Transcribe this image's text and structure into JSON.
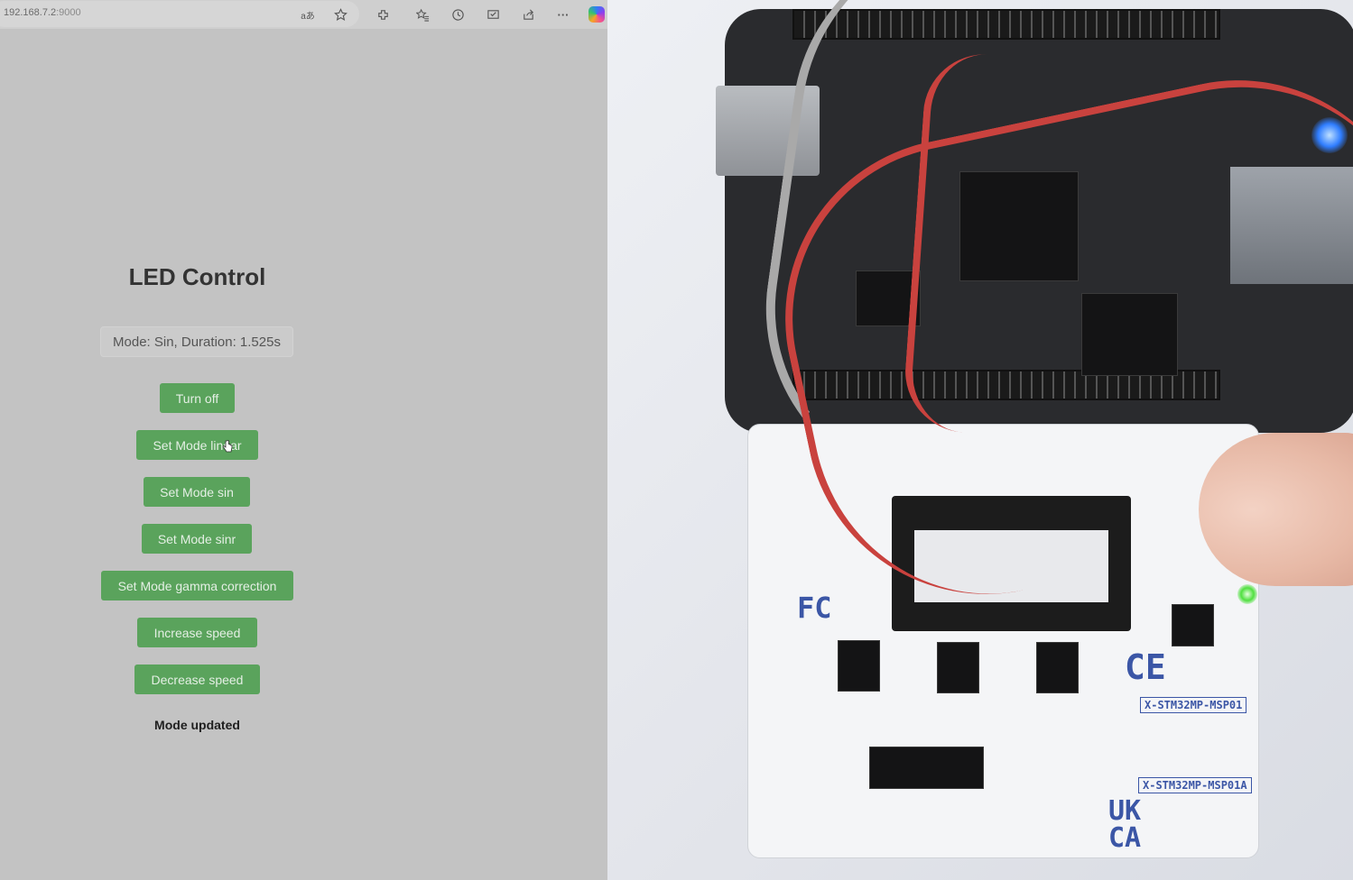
{
  "browser": {
    "url_host": "192.168.7.2",
    "url_port": ":9000",
    "icons": [
      "read-aloud-icon",
      "favorite-star-icon",
      "extensions-icon",
      "favorites-icon",
      "history-icon",
      "screenshot-icon",
      "share-icon",
      "more-icon",
      "copilot-icon"
    ],
    "more_glyph": "···",
    "read_aloud_glyph": "aあ"
  },
  "page": {
    "title": "LED Control",
    "status": "Mode: Sin, Duration: 1.525s",
    "buttons": {
      "turn_off": "Turn off",
      "linear": "Set Mode linear",
      "sin": "Set Mode sin",
      "sinr": "Set Mode sinr",
      "gamma": "Set Mode gamma correction",
      "increase": "Increase speed",
      "decrease": "Decrease speed"
    },
    "message": "Mode updated"
  },
  "photo": {
    "silkscreen": {
      "board_name_1": "X-STM32MP-MSP01",
      "board_name_2": "X-STM32MP-MSP01A",
      "ukca_top": "UK",
      "ukca_bottom": "CA",
      "ce": "CE",
      "fc": "FC"
    },
    "colors": {
      "button_green": "#5aa35c",
      "wire_red": "#c9423e",
      "wire_grey": "#9a9a9a",
      "led_blue": "#2f7dff",
      "led_green": "#50e040"
    }
  }
}
